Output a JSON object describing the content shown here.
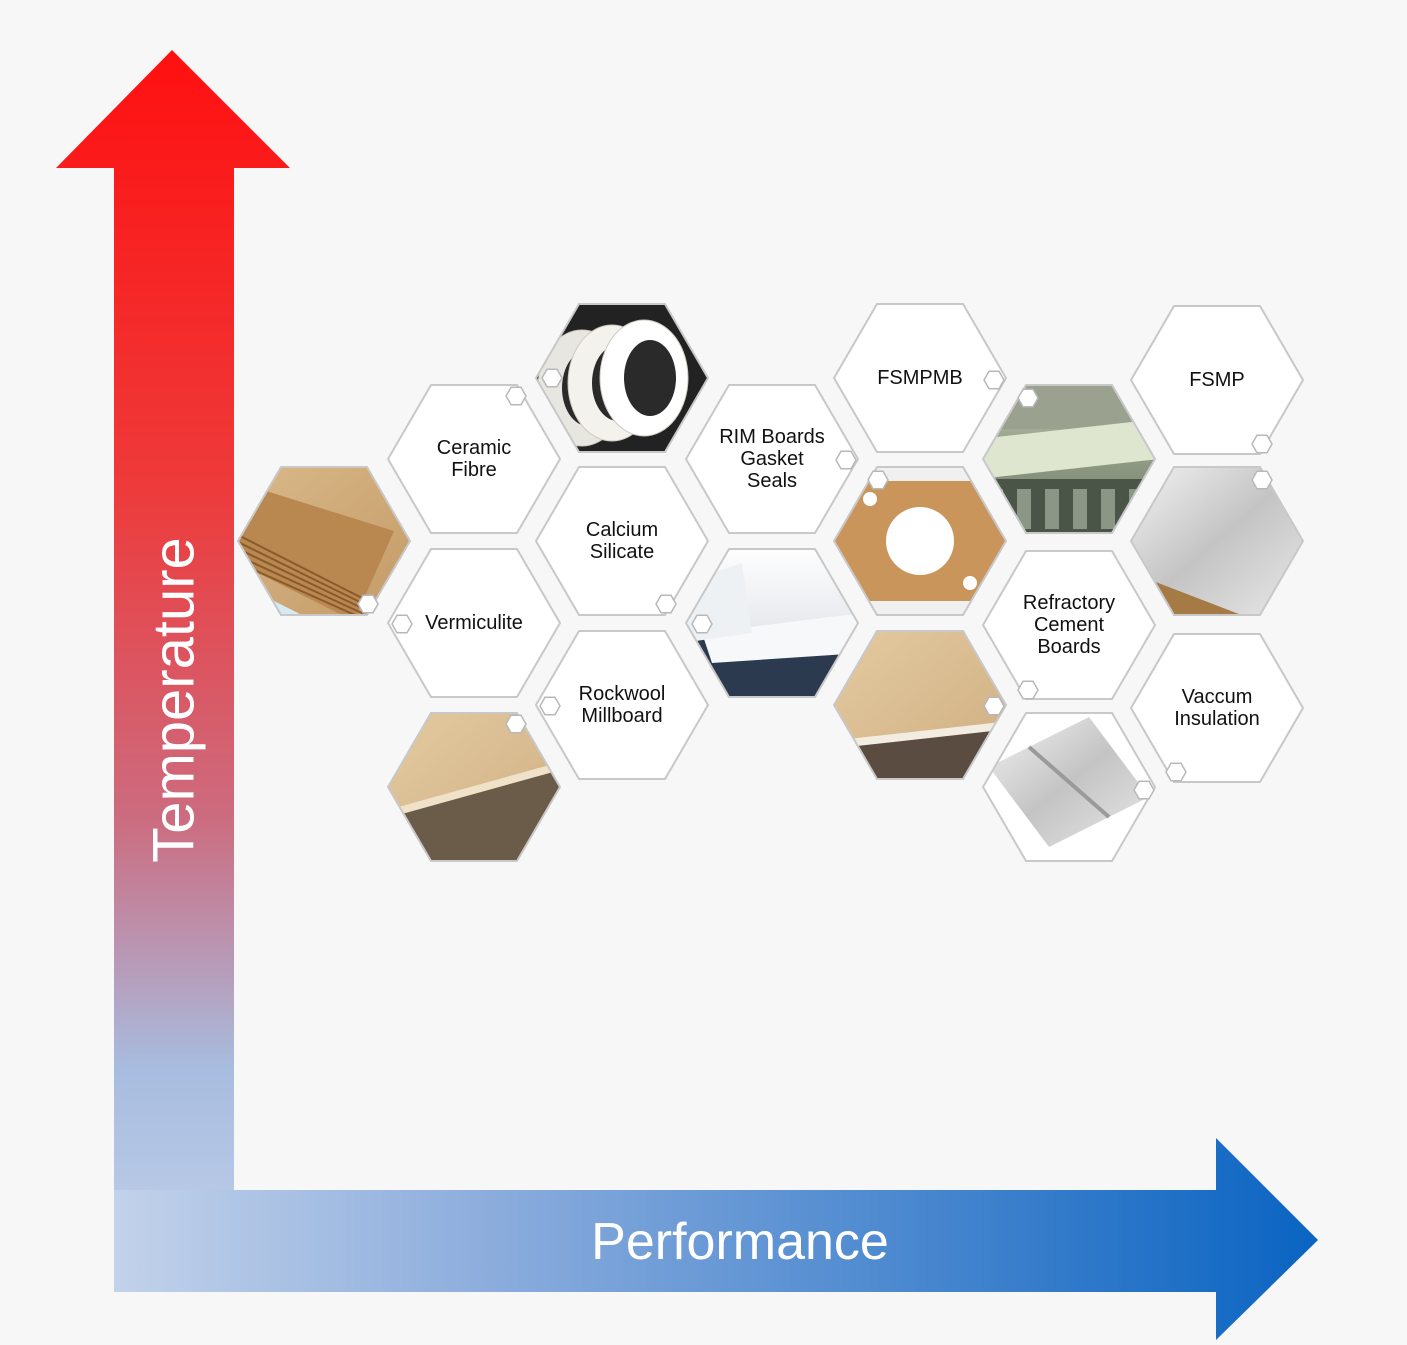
{
  "axes": {
    "vertical_label": "Temperature",
    "horizontal_label": "Performance"
  },
  "hexagons": {
    "ceramic_fibre": "Ceramic\nFibre",
    "calcium_silicate": "Calcium\nSilicate",
    "vermiculite": "Vermiculite",
    "rockwool_millboard": "Rockwool\nMillboard",
    "rim_boards": "RIM Boards\nGasket\nSeals",
    "fsmpmb": "FSMPMB",
    "refractory_cement_boards": "Refractory\nCement\nBoards",
    "fsmp": "FSMP",
    "vaccum_insulation": "Vaccum\nInsulation"
  },
  "colors": {
    "arrow_red": "#ff1010",
    "arrow_light_blue": "#b8cce8",
    "arrow_blue": "#0a64c2",
    "hex_border": "#c8c8c8"
  }
}
